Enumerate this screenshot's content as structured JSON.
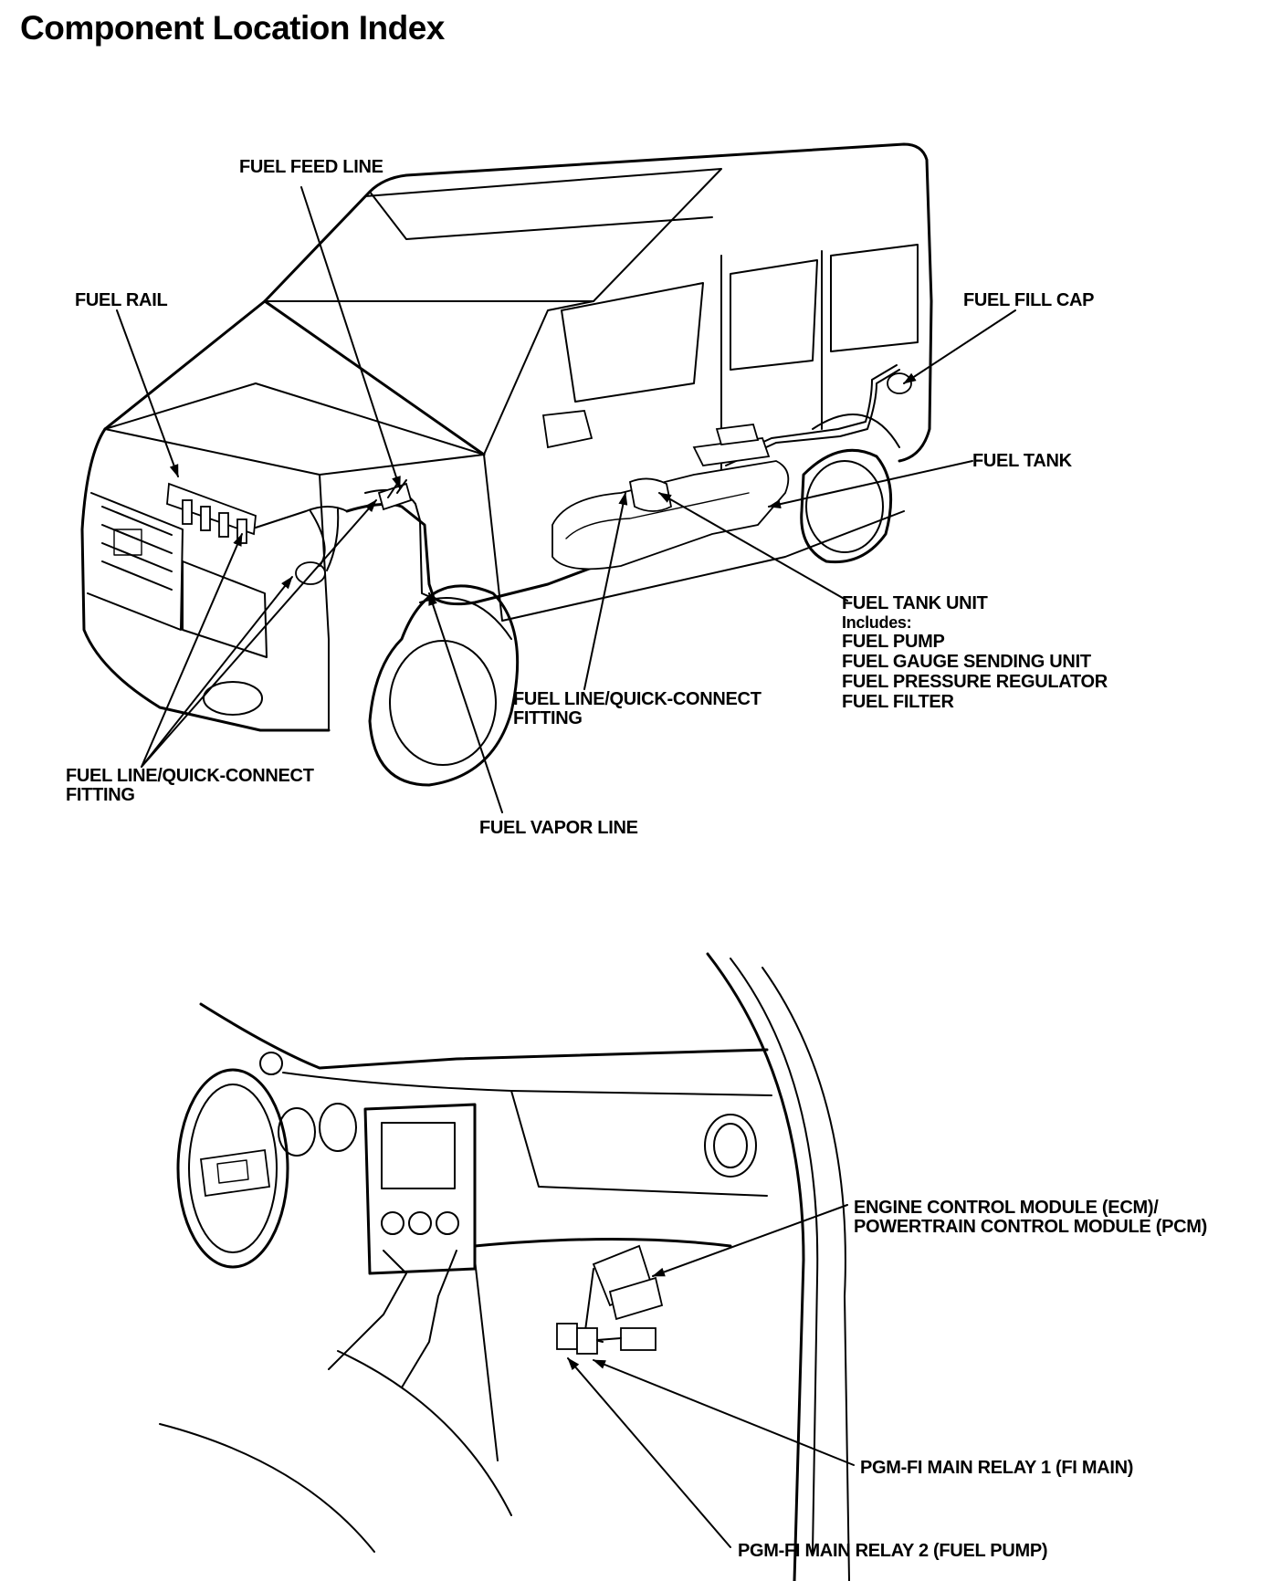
{
  "title": "Component Location Index",
  "labels": {
    "fuel_feed_line": "FUEL FEED LINE",
    "fuel_rail": "FUEL RAIL",
    "fuel_fill_cap": "FUEL FILL CAP",
    "fuel_tank": "FUEL TANK",
    "fuel_tank_unit": {
      "title": "FUEL TANK UNIT",
      "includes": "Includes:",
      "items": [
        "FUEL PUMP",
        "FUEL GAUGE SENDING UNIT",
        "FUEL PRESSURE REGULATOR",
        "FUEL FILTER"
      ]
    },
    "fuel_line_qc_center": [
      "FUEL LINE/QUICK-CONNECT",
      "FITTING"
    ],
    "fuel_line_qc_left": [
      "FUEL LINE/QUICK-CONNECT",
      "FITTING"
    ],
    "fuel_vapor_line": "FUEL VAPOR LINE",
    "ecm_pcm": [
      "ENGINE CONTROL MODULE (ECM)/",
      "POWERTRAIN CONTROL MODULE (PCM)"
    ],
    "relay1": "PGM-FI MAIN RELAY 1 (FI MAIN)",
    "relay2": "PGM-FI MAIN RELAY 2 (FUEL PUMP)"
  }
}
